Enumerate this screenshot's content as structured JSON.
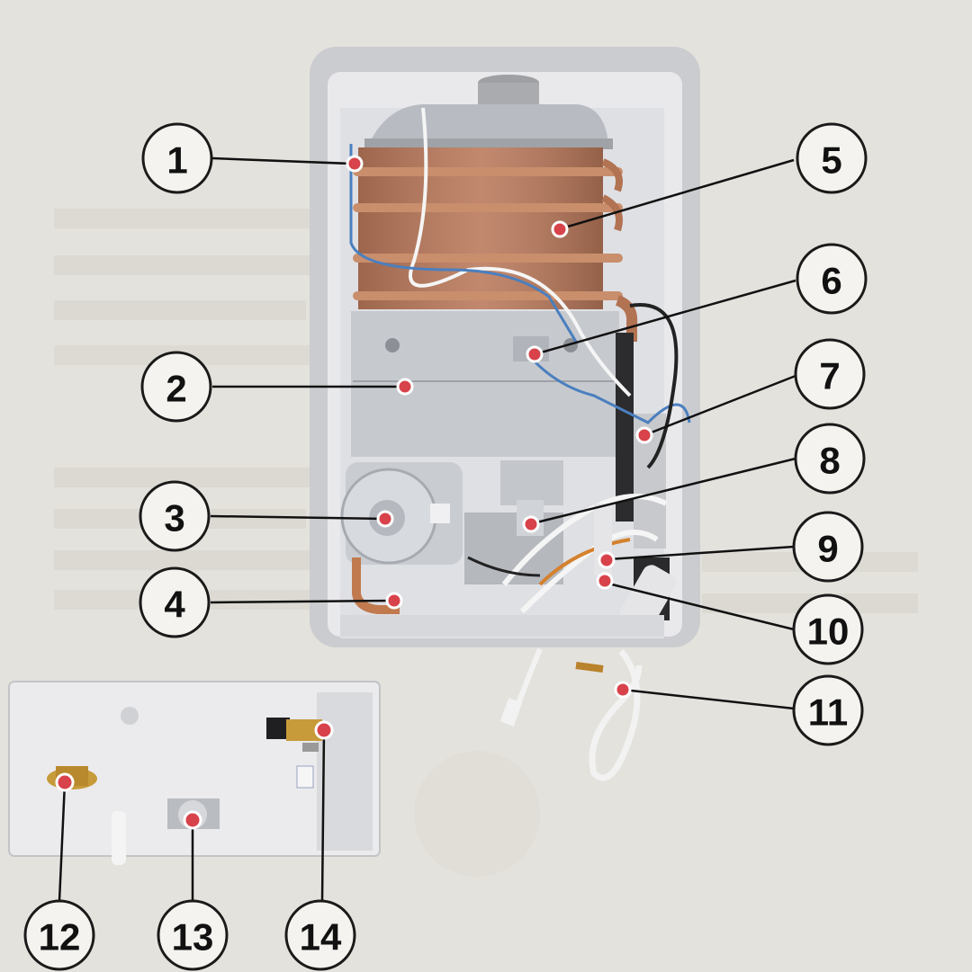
{
  "callouts": [
    {
      "number": "1"
    },
    {
      "number": "2"
    },
    {
      "number": "3"
    },
    {
      "number": "4"
    },
    {
      "number": "5"
    },
    {
      "number": "6"
    },
    {
      "number": "7"
    },
    {
      "number": "8"
    },
    {
      "number": "9"
    },
    {
      "number": "10"
    },
    {
      "number": "11"
    },
    {
      "number": "12"
    },
    {
      "number": "13"
    },
    {
      "number": "14"
    }
  ],
  "colors": {
    "background": "#e4e2dc",
    "casing": "#cfd0d4",
    "copper": "#b9785a",
    "marker": "#d8424a",
    "callout_stroke": "#1a1a1a"
  }
}
